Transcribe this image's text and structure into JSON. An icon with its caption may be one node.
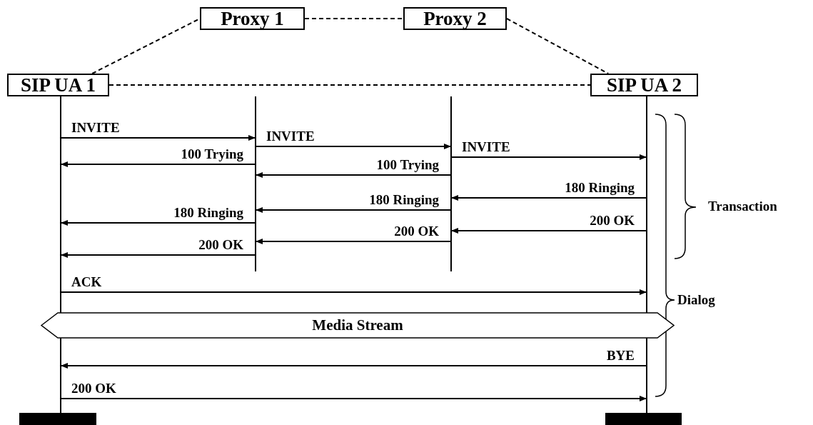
{
  "diagram": {
    "nodes": [
      {
        "text": [
          "Proxy 1"
        ]
      },
      {
        "text": [
          "Proxy 2"
        ]
      },
      {
        "text": [
          "SIP UA 1"
        ]
      },
      {
        "text": [
          "SIP UA 2"
        ]
      },
      {
        "text": [],
        "shape": "line"
      },
      {
        "text": [],
        "shape": "line"
      },
      {
        "text": [],
        "shape": "line"
      },
      {
        "text": [],
        "shape": "line"
      },
      {
        "text": [
          "Media Stream"
        ]
      },
      {
        "text": [],
        "shape": "bar"
      },
      {
        "text": [],
        "shape": "bar"
      }
    ],
    "edges": [
      {
        "from": 2,
        "to": 0,
        "arrow": "none",
        "style": "dashed"
      },
      {
        "from": 0,
        "to": 1,
        "arrow": "none",
        "style": "dashed"
      },
      {
        "from": 1,
        "to": 3,
        "arrow": "none",
        "style": "dashed"
      },
      {
        "from": 2,
        "to": 3,
        "arrow": "none",
        "style": "dashed"
      },
      {
        "from": 4,
        "to": 5,
        "arrow": "to",
        "label": "INVITE"
      },
      {
        "from": 5,
        "to": 6,
        "arrow": "to",
        "label": "INVITE"
      },
      {
        "from": 6,
        "to": 7,
        "arrow": "to",
        "label": "INVITE"
      },
      {
        "from": 5,
        "to": 4,
        "arrow": "to",
        "label": "100 Trying"
      },
      {
        "from": 6,
        "to": 5,
        "arrow": "to",
        "label": "100 Trying"
      },
      {
        "from": 7,
        "to": 6,
        "arrow": "to",
        "label": "180 Ringing"
      },
      {
        "from": 6,
        "to": 5,
        "arrow": "to",
        "label": "180 Ringing"
      },
      {
        "from": 5,
        "to": 4,
        "arrow": "to",
        "label": "180 Ringing"
      },
      {
        "from": 7,
        "to": 6,
        "arrow": "to",
        "label": "200 OK"
      },
      {
        "from": 6,
        "to": 5,
        "arrow": "to",
        "label": "200 OK"
      },
      {
        "from": 5,
        "to": 4,
        "arrow": "to",
        "label": "200 OK"
      },
      {
        "from": 4,
        "to": 7,
        "arrow": "to",
        "label": "ACK"
      },
      {
        "from": 7,
        "to": 4,
        "arrow": "to",
        "label": "BYE"
      },
      {
        "from": 4,
        "to": 7,
        "arrow": "to",
        "label": "200 OK"
      }
    ],
    "labels": [
      "Transaction",
      "Dialog"
    ]
  }
}
